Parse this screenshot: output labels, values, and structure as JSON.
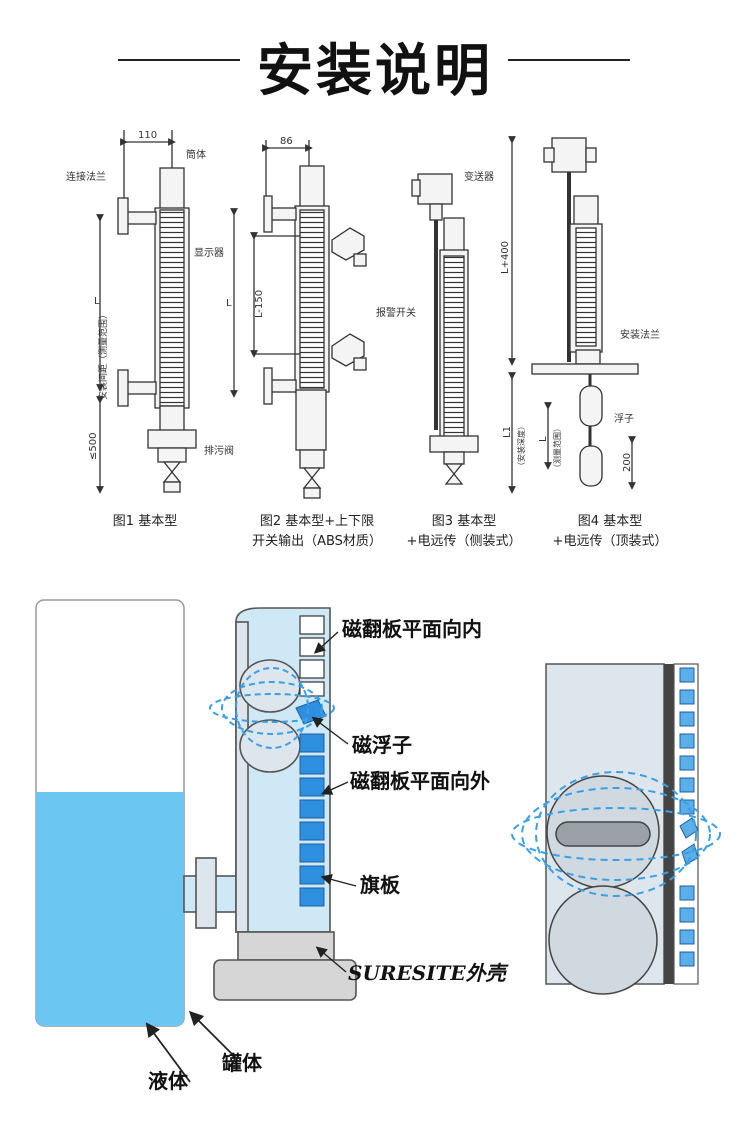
{
  "title": "安装说明",
  "figures": {
    "fig1": {
      "caption": "图1  基本型",
      "dim_top": "110",
      "label_flange": "连接法兰",
      "label_body": "筒体",
      "label_display": "显示器",
      "label_drain": "排污阀",
      "label_L": "L",
      "label_center_distance": "安装间距（测量范围）",
      "label_bottom": "≤500"
    },
    "fig2": {
      "caption_line1": "图2  基本型+上下限",
      "caption_line2": "开关输出（ABS材质）",
      "dim_top": "86",
      "label_switch": "报警开关",
      "label_L150": "L-150",
      "label_L": "L"
    },
    "fig3": {
      "caption_line1": "图3  基本型",
      "caption_line2": "+电远传（侧装式）",
      "label_transmitter": "变送器"
    },
    "fig4": {
      "caption_line1": "图4  基本型",
      "caption_line2": "+电远传（顶装式）",
      "label_L400": "L+400",
      "label_mount_flange": "安装法兰",
      "label_float": "浮子",
      "label_install_depth": "（安装深度）",
      "label_L1": "L1",
      "label_L": "L",
      "label_range": "（测量范围）",
      "label_200": "200"
    }
  },
  "principle": {
    "label_flap_in": "磁翻板平面向内",
    "label_float": "磁浮子",
    "label_flap_out": "磁翻板平面向外",
    "label_flag": "旗板",
    "label_shell": "SURESITE外壳",
    "label_liquid": "液体",
    "label_tank": "罐体"
  },
  "colors": {
    "liquid": "#6cc6f2",
    "flap_blue": "#2e8fe0",
    "field_line": "#3aa0e6",
    "pipe_fill": "#cfe8f5"
  }
}
